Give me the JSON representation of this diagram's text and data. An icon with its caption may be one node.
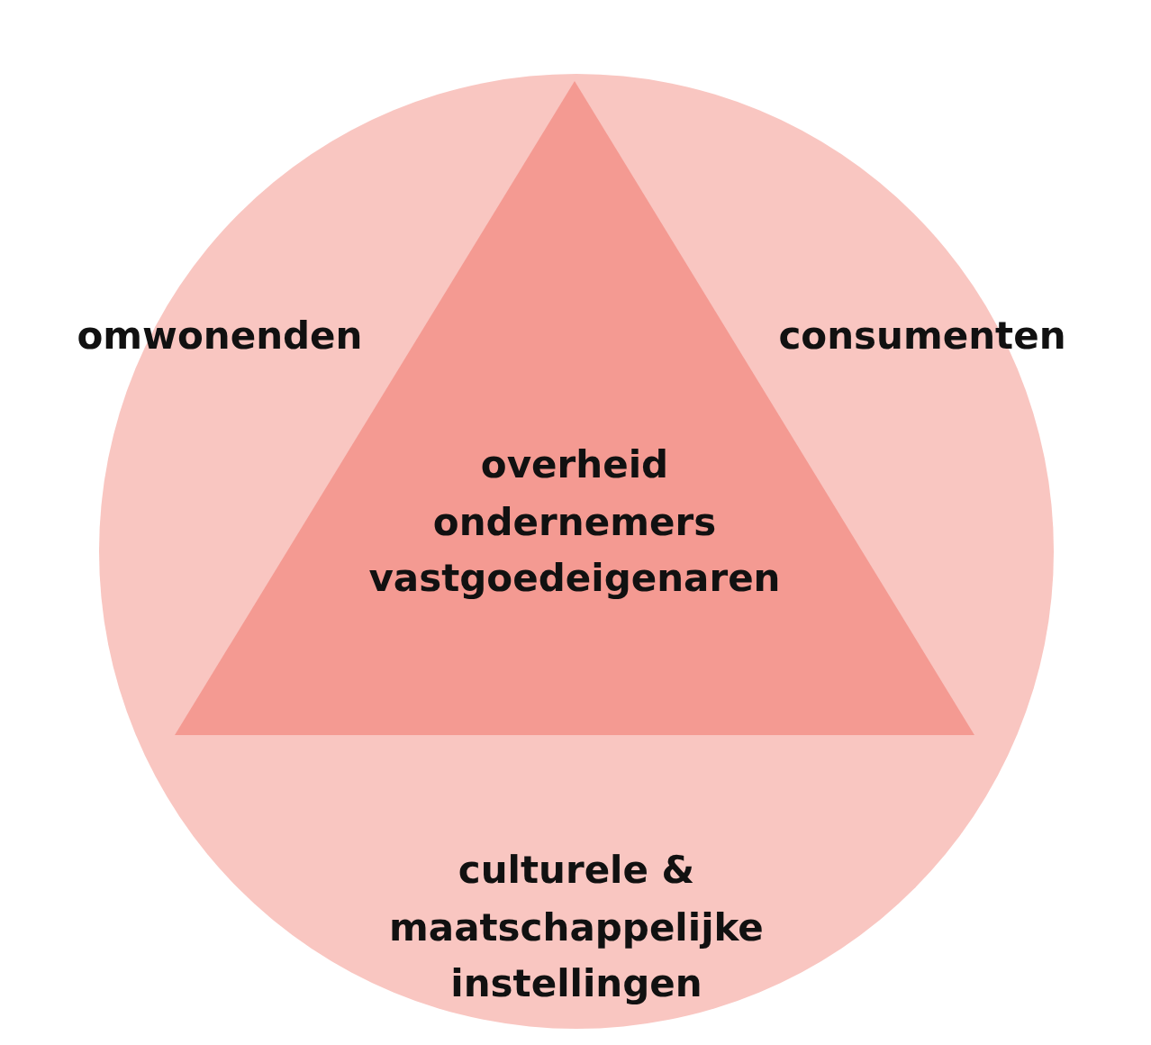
{
  "diagram": {
    "nodes": [
      {
        "text": [
          "omwonenden",
          "consumenten",
          "culturele & maatschappelijke instellingen"
        ]
      },
      {
        "text": [
          "overheid ondernemers vastgoedeigenaren"
        ],
        "in": 0
      }
    ]
  }
}
